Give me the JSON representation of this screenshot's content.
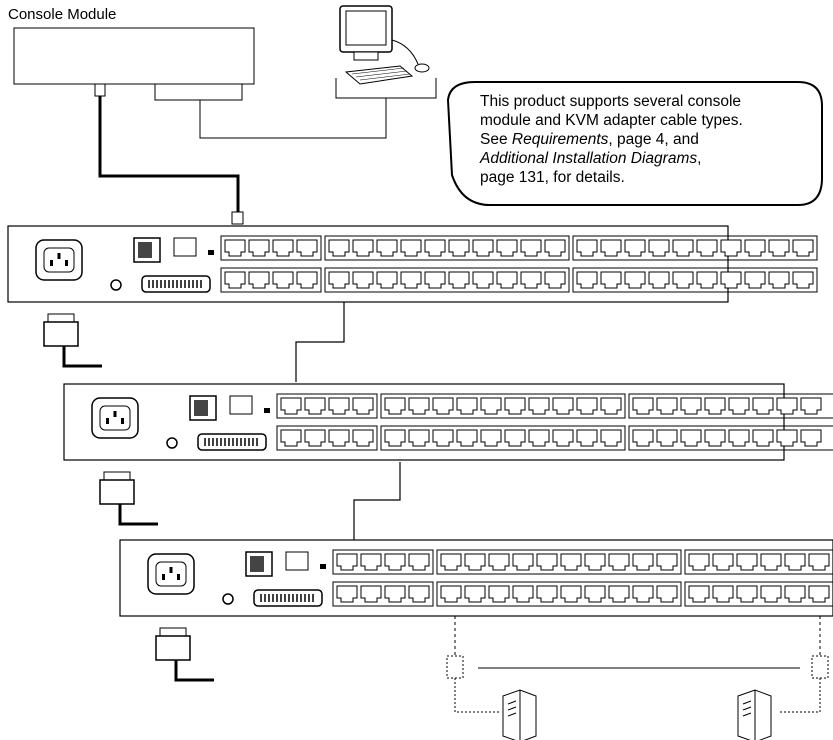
{
  "console_module_label": "Console Module",
  "note": {
    "line1": "This product supports several console",
    "line2": "module and KVM adapter cable types.",
    "line3_pre": "See ",
    "line3_em": "Requirements",
    "line3_post": ", page 4, and",
    "line4_em": "Additional Installation Diagrams",
    "line4_post": ",",
    "line5": "page 131, for details."
  },
  "switch_units": 3,
  "ports_per_row": 24,
  "port_groups": [
    4,
    10,
    10
  ],
  "icons": {
    "computer": "computer-icon",
    "server": "server-icon",
    "power": "power-inlet-icon",
    "power_cord": "power-cord-icon"
  }
}
